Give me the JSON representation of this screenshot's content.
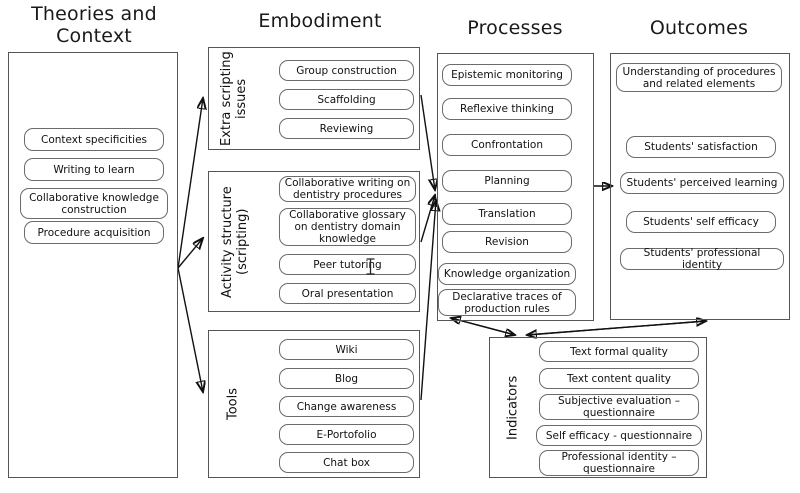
{
  "diagram": {
    "columns": [
      {
        "id": "theories",
        "title": "Theories and Context"
      },
      {
        "id": "embodiment",
        "title": "Embodiment"
      },
      {
        "id": "processes",
        "title": "Processes"
      },
      {
        "id": "outcomes",
        "title": "Outcomes"
      }
    ],
    "theories": {
      "items": [
        "Context specificities",
        "Writing to learn",
        "Collaborative knowledge construction",
        "Procedure acquisition"
      ]
    },
    "embodiment": {
      "groups": [
        {
          "label": "Extra scripting issues",
          "items": [
            "Group construction",
            "Scaffolding",
            "Reviewing"
          ]
        },
        {
          "label": "Activity structure (scripting)",
          "items": [
            "Collaborative writing on dentistry procedures",
            "Collaborative glossary on dentistry domain knowledge",
            "Peer tutoring",
            "Oral presentation"
          ]
        },
        {
          "label": "Tools",
          "items": [
            "Wiki",
            "Blog",
            "Change awareness",
            "E-Portofolio",
            "Chat box"
          ]
        }
      ]
    },
    "processes": {
      "items": [
        "Epistemic monitoring",
        "Reflexive thinking",
        "Confrontation",
        "Planning",
        "Translation",
        "Revision",
        "Knowledge organization",
        "Declarative traces of production rules"
      ]
    },
    "outcomes": {
      "items": [
        "Understanding of procedures and related elements",
        "Students' satisfaction",
        "Students' perceived learning",
        "Students' self efficacy",
        "Students' professional identity"
      ]
    },
    "indicators": {
      "label": "Indicators",
      "items": [
        "Text formal quality",
        "Text content quality",
        "Subjective evaluation – questionnaire",
        "Self efficacy - questionnaire",
        "Professional identity – questionnaire"
      ]
    },
    "cursor": {
      "type": "text-ibeam"
    },
    "colors": {
      "stroke": "#111111",
      "panel_border": "#555555",
      "node_border": "#6b6b6b",
      "background": "#ffffff"
    }
  }
}
